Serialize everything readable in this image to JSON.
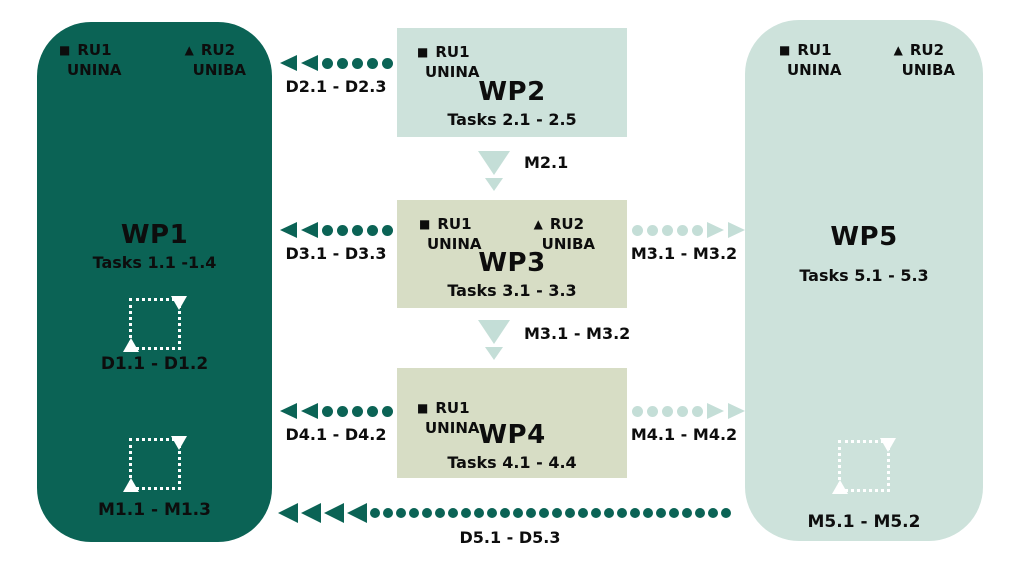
{
  "colors": {
    "dark_teal": "#0b6355",
    "mint": "#cde2db",
    "sage": "#d7ddc5",
    "mint_arrow": "#c4ded7",
    "text_dark": "#0d0d0d",
    "white": "#ffffff"
  },
  "panels": {
    "wp1": {
      "title": "WP1",
      "tasks": "Tasks 1.1 -1.4",
      "ru1": {
        "marker": "■",
        "id": "RU1",
        "org": "UNINA"
      },
      "ru2": {
        "marker": "▲",
        "id": "RU2",
        "org": "UNIBA"
      },
      "loop_d_label": "D1.1 - D1.2",
      "loop_m_label": "M1.1 - M1.3"
    },
    "wp2": {
      "title": "WP2",
      "tasks": "Tasks 2.1 - 2.5",
      "ru1": {
        "marker": "■",
        "id": "RU1",
        "org": "UNINA"
      }
    },
    "wp3": {
      "title": "WP3",
      "tasks": "Tasks 3.1 - 3.3",
      "ru1": {
        "marker": "■",
        "id": "RU1",
        "org": "UNINA"
      },
      "ru2": {
        "marker": "▲",
        "id": "RU2",
        "org": "UNIBA"
      }
    },
    "wp4": {
      "title": "WP4",
      "tasks": "Tasks 4.1 - 4.4",
      "ru1": {
        "marker": "■",
        "id": "RU1",
        "org": "UNINA"
      }
    },
    "wp5": {
      "title": "WP5",
      "tasks": "Tasks 5.1 - 5.3",
      "ru1": {
        "marker": "■",
        "id": "RU1",
        "org": "UNINA"
      },
      "ru2": {
        "marker": "▲",
        "id": "RU2",
        "org": "UNIBA"
      },
      "loop_m_label": "M5.1 - M5.2"
    }
  },
  "arrows": {
    "d2_label": "D2.1 - D2.3",
    "d3_label": "D3.1 - D3.3",
    "d4_label": "D4.1 - D4.2",
    "d5_label": "D5.1 - D5.3",
    "m2_down_label": "M2.1",
    "m3_down_label": "M3.1 - M3.2",
    "m3_right_label": "M3.1 - M3.2",
    "m4_right_label": "M4.1 - M4.2"
  }
}
